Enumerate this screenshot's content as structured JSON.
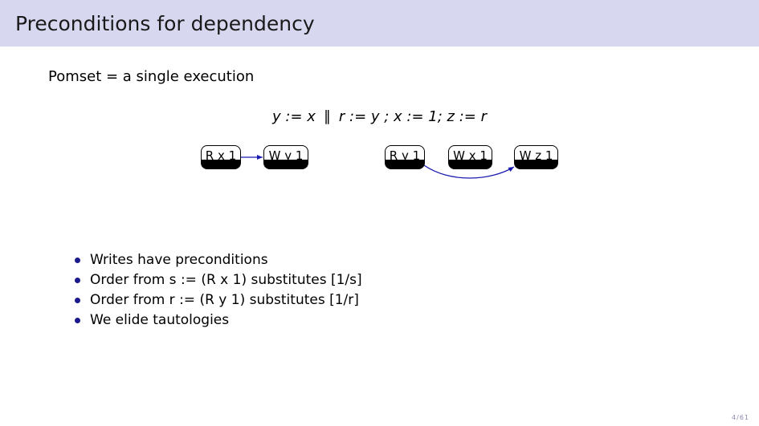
{
  "slide": {
    "title": "Preconditions for dependency",
    "subtitle": "Pomset = a single execution",
    "program": {
      "left_thread": "y := x",
      "separator": "∥",
      "right_thread": "r := y ; x := 1; z := r"
    },
    "nodes": [
      "R x 1",
      "W y 1",
      "R y 1",
      "W x 1",
      "W z 1"
    ],
    "bullets": [
      "Writes have preconditions",
      "Order from s := (R x 1) substitutes [1/s]",
      "Order from r := (R y 1) substitutes [1/r]",
      "We elide tautologies"
    ],
    "page_number": "4/61"
  },
  "colors": {
    "title_bar": "#d7d8f0",
    "edge": "#1a1ab0",
    "bullet": "#1a1a8c"
  }
}
